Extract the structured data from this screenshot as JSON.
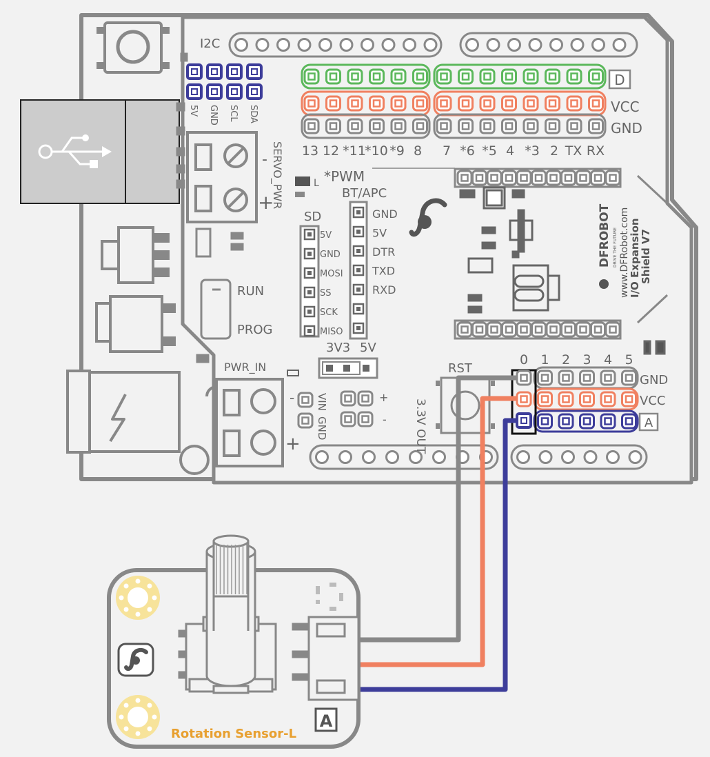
{
  "colors": {
    "background": "#f2f2f2",
    "board_stroke": "#888888",
    "digital": "#5cb85c",
    "vcc": "#f08060",
    "analog": "#3d3d9a",
    "gnd": "#888888",
    "sensor_label": "#e8a030",
    "mounting_ring": "#f7e39a"
  },
  "shield": {
    "i2c_label": "I2C",
    "i2c_pins": [
      "5V",
      "GND",
      "SCL",
      "SDA"
    ],
    "row_labels": {
      "digital": "D",
      "vcc": "VCC",
      "gnd": "GND"
    },
    "digital_pin_labels": [
      "13",
      "12",
      "*11",
      "*10",
      "*9",
      "8",
      "7",
      "*6",
      "*5",
      "4",
      "*3",
      "2",
      "TX",
      "RX"
    ],
    "pwm_label": "*PWM",
    "servo_label": "SERVO_PWR",
    "servo_minus": "-",
    "servo_plus": "+",
    "l_label": "L",
    "sd_label": "SD",
    "sd_pins": [
      "5V",
      "GND",
      "MOSI",
      "SS",
      "SCK",
      "MISO"
    ],
    "bt_label": "BT/APC",
    "bt_pins": [
      "GND",
      "5V",
      "DTR",
      "TXD",
      "RXD"
    ],
    "run_label": "RUN",
    "prog_label": "PROG",
    "v3_label": "3V3",
    "v5_label": "5V",
    "pwr_in_label": "PWR_IN",
    "vin_label": "VIN",
    "gnd_label": "GND",
    "pwr_plus": "+",
    "pwr_minus": "-",
    "rst_label": "RST",
    "out_label": "3.3V OUT",
    "analog_numbers": [
      "0",
      "1",
      "2",
      "3",
      "4",
      "5"
    ],
    "analog_row_labels": {
      "gnd": "GND",
      "vcc": "VCC",
      "analog": "A"
    },
    "brand": "DFROBOT",
    "brand_tagline": "DRIVE THE FUTURE",
    "website": "www.DFRobot.com",
    "product_name": "I/O Expansion",
    "version": "Shield V7"
  },
  "sensor": {
    "name": "Rotation Sensor-L",
    "type_badge": "A"
  }
}
